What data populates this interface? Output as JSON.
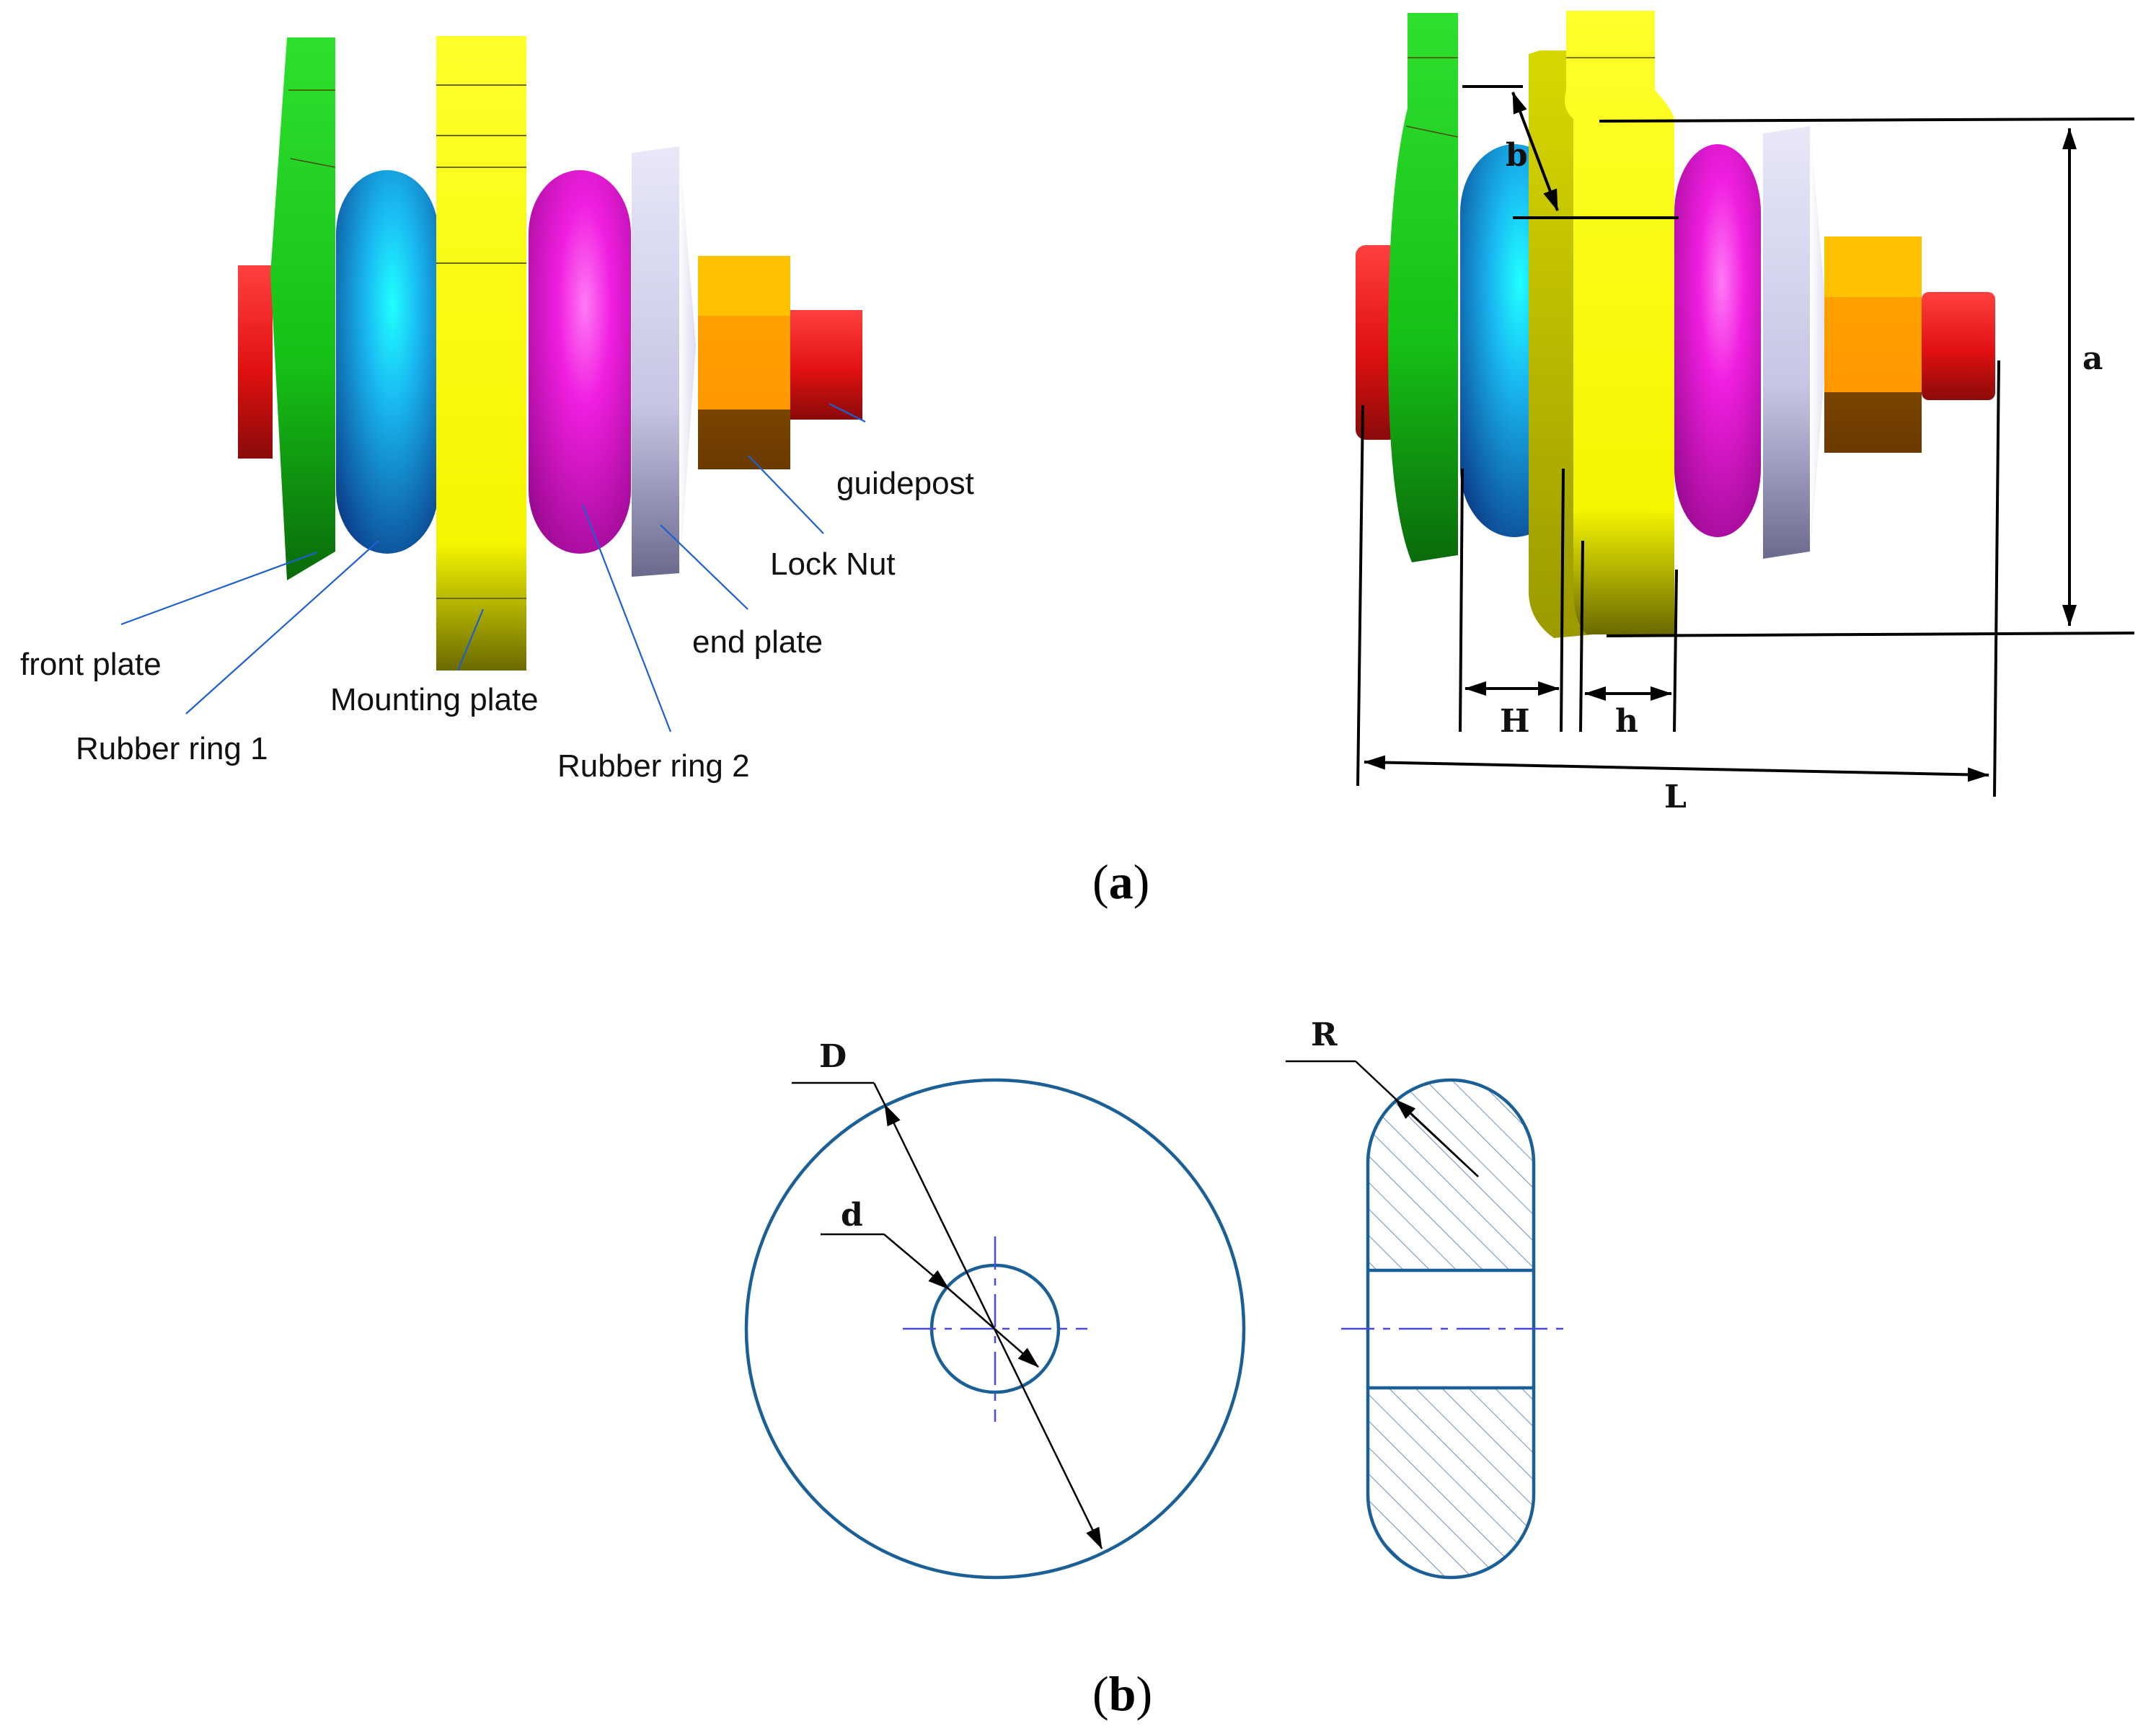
{
  "panel_a": {
    "labels": {
      "front_plate": "front plate",
      "rubber_ring_1": "Rubber ring 1",
      "mounting_plate": "Mounting plate",
      "rubber_ring_2": "Rubber ring 2",
      "end_plate": "end plate",
      "lock_nut": "Lock Nut",
      "guidepost": "guidepost"
    },
    "dimensions": {
      "a": "a",
      "b": "b",
      "H": "H",
      "h": "h",
      "L": "L"
    },
    "caption": {
      "open": "(",
      "letter": "a",
      "close": ")"
    }
  },
  "panel_b": {
    "dimensions": {
      "D": "D",
      "d": "d",
      "R": "R"
    },
    "caption": {
      "open": "(",
      "letter": "b",
      "close": ")"
    }
  },
  "colors": {
    "front_plate": "#1ec81e",
    "rubber_ring_1": "#19a8f0",
    "mounting_plate": "#f7f700",
    "rubber_ring_2": "#f01ee0",
    "end_plate": "#c8c8e8",
    "lock_nut": "#f7a800",
    "guidepost": "#e81818",
    "drawing_outline": "#1a5f96",
    "centerline": "#4a4ad8"
  }
}
